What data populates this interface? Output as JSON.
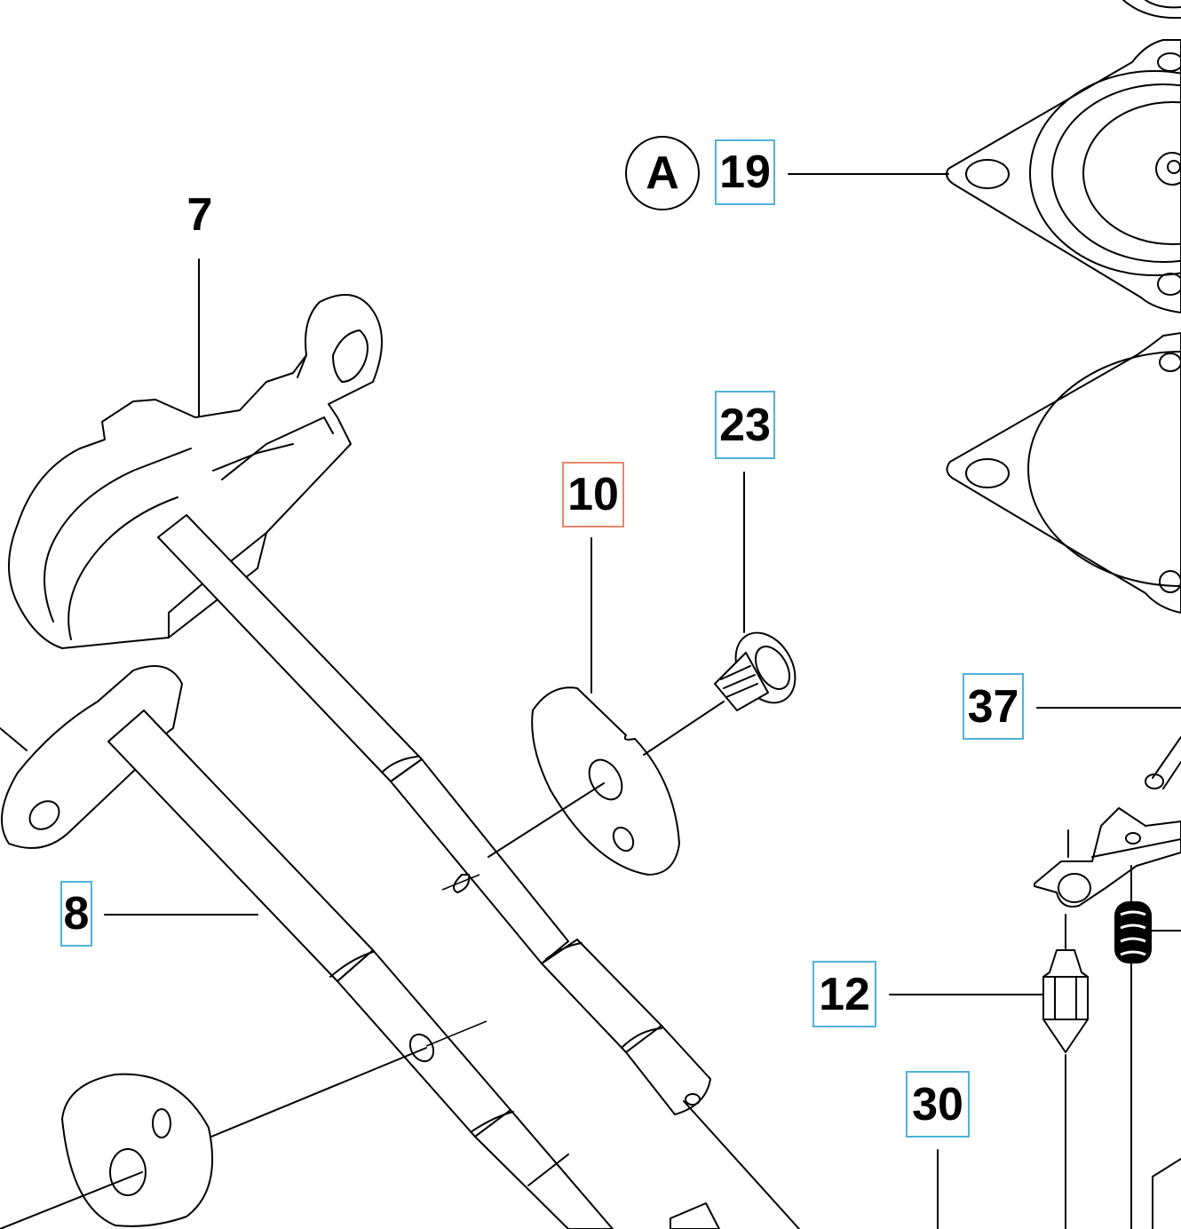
{
  "diagram": {
    "section_marker": "A",
    "accent_color": "#4fb3d9",
    "highlight_color": "#e8886e",
    "parts": [
      {
        "id": "p19",
        "number": "19",
        "style": "cyan"
      },
      {
        "id": "p7",
        "number": "7",
        "style": "plain"
      },
      {
        "id": "p23",
        "number": "23",
        "style": "cyan"
      },
      {
        "id": "p10",
        "number": "10",
        "style": "orange"
      },
      {
        "id": "p37",
        "number": "37",
        "style": "cyan"
      },
      {
        "id": "p8",
        "number": "8",
        "style": "cyan"
      },
      {
        "id": "p12",
        "number": "12",
        "style": "cyan"
      },
      {
        "id": "p30",
        "number": "30",
        "style": "cyan"
      }
    ]
  }
}
